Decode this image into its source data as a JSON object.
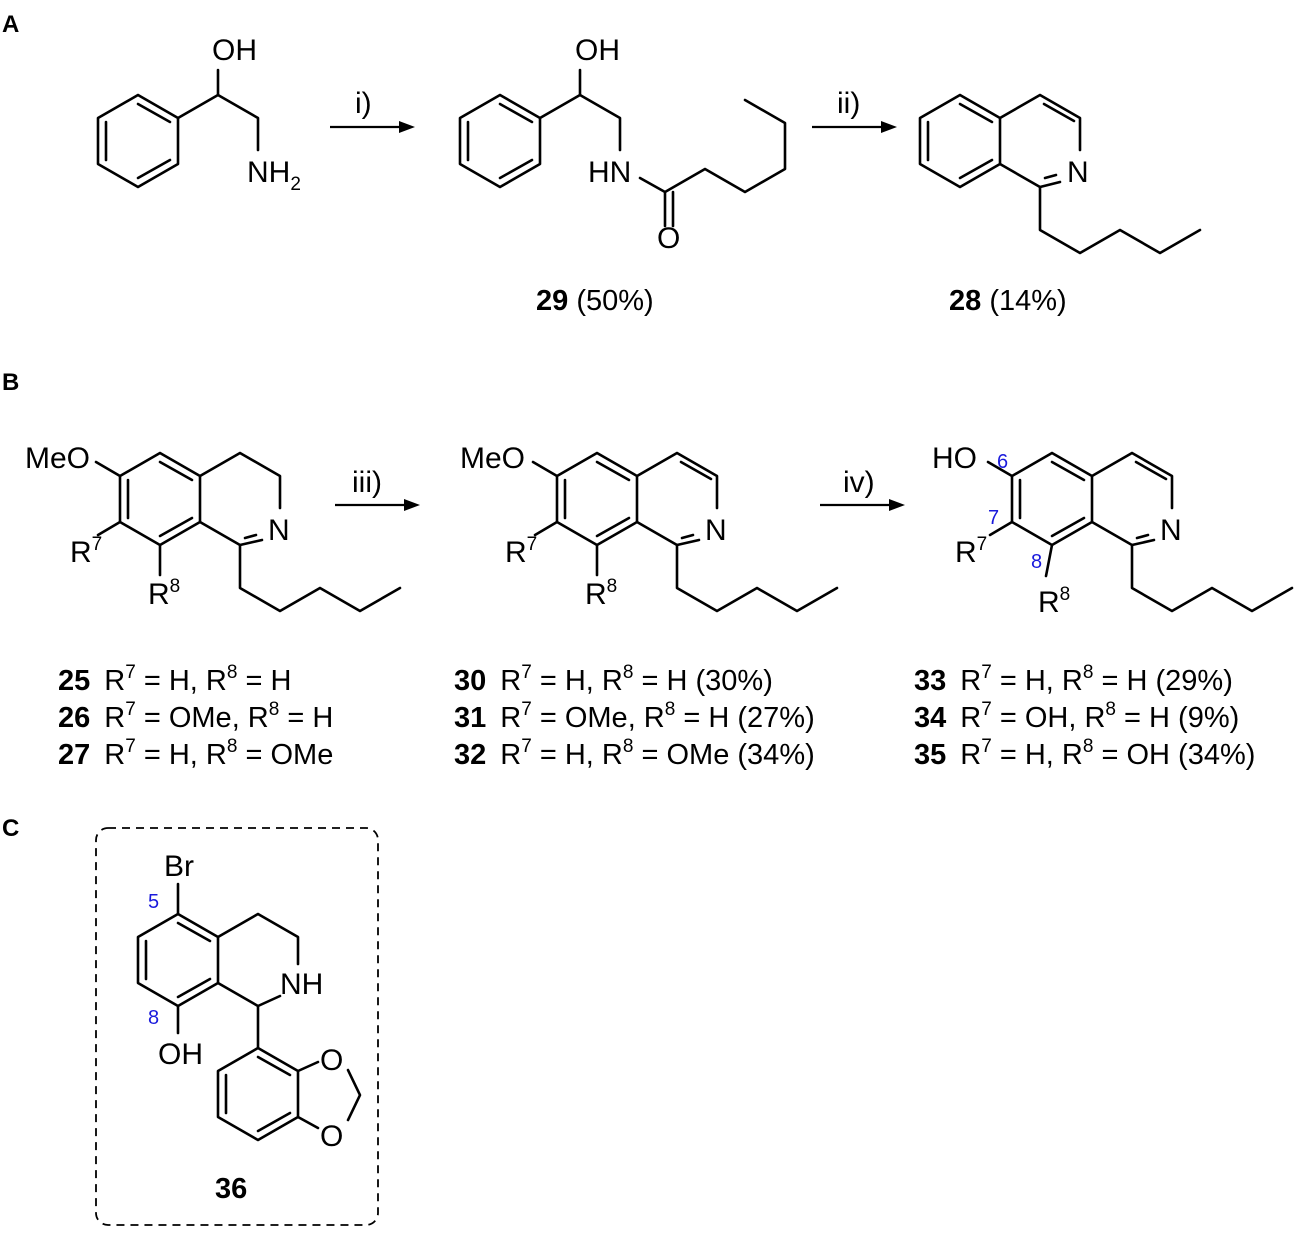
{
  "panels": {
    "A": "A",
    "B": "B",
    "C": "C"
  },
  "atoms": {
    "OH": "OH",
    "NH": "NH",
    "H2sub": "2",
    "HN": "HN",
    "O": "O",
    "N": "N",
    "MeO": "MeO",
    "HO": "HO",
    "R": "R",
    "sup7": "7",
    "sup8": "8",
    "Br": "Br"
  },
  "reagents": {
    "i": "i)",
    "ii": "ii)",
    "iii": "iii)",
    "iv": "iv)"
  },
  "position_numbers": {
    "p5": "5",
    "p6": "6",
    "p7": "7",
    "p8": "8"
  },
  "compounds": {
    "c29": {
      "id": "29",
      "yield": "(50%)"
    },
    "c28": {
      "id": "28",
      "yield": "(14%)"
    },
    "c36": {
      "id": "36"
    }
  },
  "eq": {
    "eq_h": " = H, R",
    "eq_ome": " = OMe, R",
    "eq_oh": " = OH, R"
  },
  "series": {
    "s25": {
      "id": "25",
      "r8": " = H",
      "yield": ""
    },
    "s26": {
      "id": "26",
      "r8": " = H",
      "yield": ""
    },
    "s27": {
      "id": "27",
      "r8": " = OMe",
      "yield": ""
    },
    "s30": {
      "id": "30",
      "r8": " = H",
      "yield": " (30%)"
    },
    "s31": {
      "id": "31",
      "r8": " = H",
      "yield": "  (27%)"
    },
    "s32": {
      "id": "32",
      "r8": " = OMe",
      "yield": "  (34%)"
    },
    "s33": {
      "id": "33",
      "r8": " = H",
      "yield": " (29%)"
    },
    "s34": {
      "id": "34",
      "r8": " = H",
      "yield": " (9%)"
    },
    "s35": {
      "id": "35",
      "r8": " = OH",
      "yield": " (34%)"
    }
  }
}
